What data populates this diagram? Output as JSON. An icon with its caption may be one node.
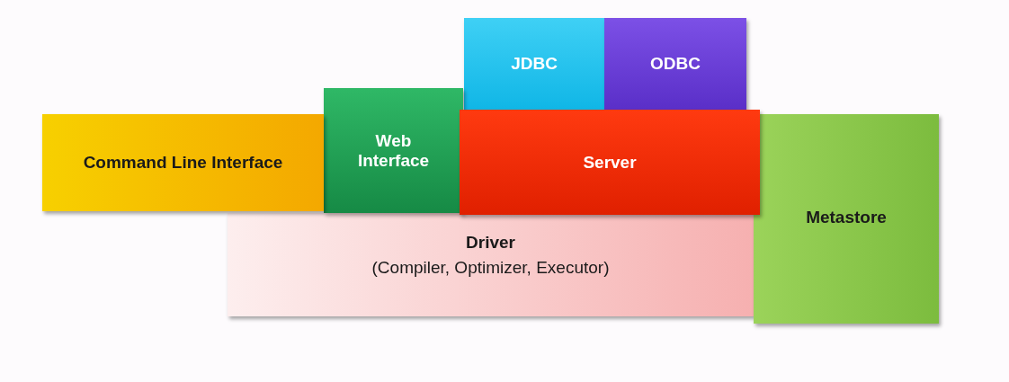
{
  "diagram": {
    "nodes": [
      {
        "text": [
          "JDBC"
        ]
      },
      {
        "text": [
          "ODBC"
        ]
      },
      {
        "text": [
          "Web Interface"
        ]
      },
      {
        "text": [
          "Command Line Interface"
        ]
      },
      {
        "text": [
          "Server"
        ]
      },
      {
        "text": [
          "Metastore"
        ]
      },
      {
        "text": [
          "Driver",
          "(Compiler, Optimizer, Executor)"
        ]
      }
    ],
    "edges": []
  }
}
